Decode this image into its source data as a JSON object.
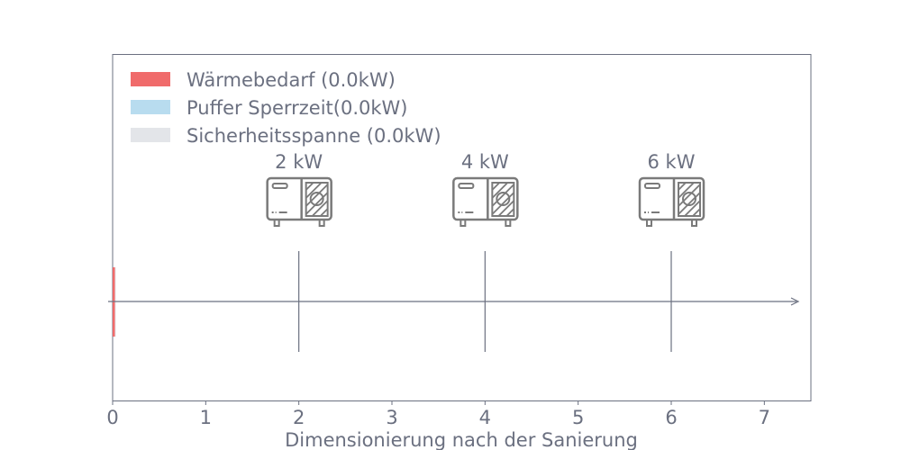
{
  "chart_data": {
    "type": "bar",
    "orientation": "horizontal",
    "title": "",
    "xlabel": "Dimensionierung nach der Sanierung",
    "ylabel": "",
    "xlim": [
      0,
      7.5
    ],
    "xticks": [
      "0",
      "1",
      "2",
      "3",
      "4",
      "5",
      "6",
      "7"
    ],
    "grid": false,
    "legend_position": "top-left",
    "series": [
      {
        "name": "Wärmebedarf (0.0kW)",
        "value": 0.0,
        "color": "#f06b6b"
      },
      {
        "name": "Puffer Sperrzeit(0.0kW)",
        "value": 0.0,
        "color": "#b8dcef"
      },
      {
        "name": "Sicherheitsspanne (0.0kW)",
        "value": 0.0,
        "color": "#e3e5e9"
      }
    ],
    "markers": [
      {
        "value": 2,
        "label": "2 kW",
        "icon": "heat-pump-icon"
      },
      {
        "value": 4,
        "label": "4 kW",
        "icon": "heat-pump-icon"
      },
      {
        "value": 6,
        "label": "6 kW",
        "icon": "heat-pump-icon"
      }
    ],
    "axis_color": "#6b7080"
  }
}
